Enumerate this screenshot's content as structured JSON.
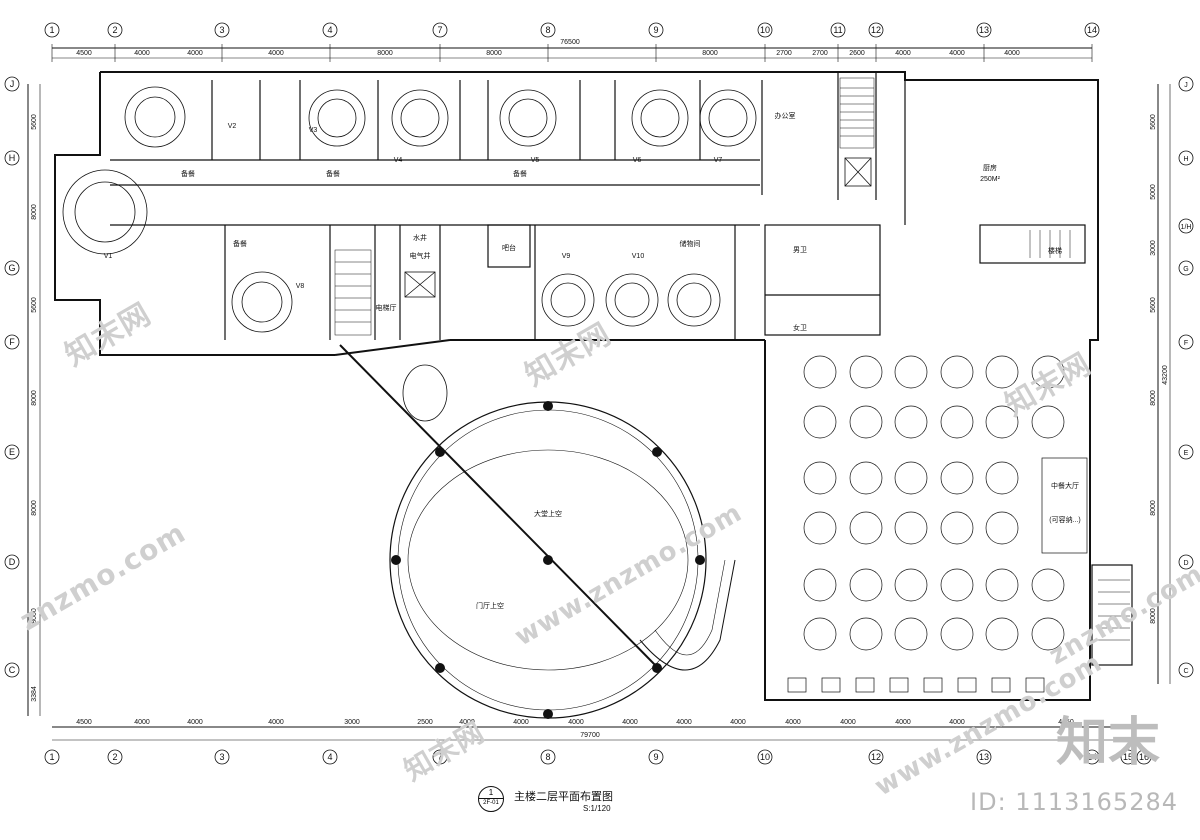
{
  "drawing": {
    "title": "主楼二层平面布置图",
    "scale": "S:1/120",
    "sheet_number": "1",
    "sheet_ref": "2F-01"
  },
  "grid": {
    "top_axes": [
      "1",
      "2",
      "3",
      "4",
      "7",
      "8",
      "9",
      "10",
      "11",
      "12",
      "13",
      "14"
    ],
    "bottom_axes": [
      "1",
      "2",
      "3",
      "4",
      "7",
      "8",
      "9",
      "10",
      "12",
      "13",
      "14",
      "15",
      "16"
    ],
    "left_axes": [
      "J",
      "H",
      "G",
      "F",
      "E",
      "D",
      "C"
    ],
    "right_axes": [
      "J",
      "H",
      "1/H",
      "G",
      "F",
      "E",
      "D",
      "C"
    ],
    "top_dims": [
      "4500",
      "4000",
      "4000",
      "4000",
      "8000",
      "8000",
      "8000",
      "2700",
      "2700",
      "2600",
      "4000",
      "4000",
      "4000"
    ],
    "top_total": "76500",
    "bottom_dims": [
      "4500",
      "4000",
      "4000",
      "4000",
      "3000",
      "2500",
      "4000",
      "4000",
      "4000",
      "4000",
      "4000",
      "4000",
      "4000",
      "4000",
      "4000",
      "4000",
      "4050"
    ],
    "bottom_total": "79700",
    "left_dims": [
      "5600",
      "8000",
      "5600",
      "8000",
      "8000",
      "8000",
      "3384"
    ],
    "right_dims": [
      "5600",
      "5000",
      "3000",
      "5600",
      "8000",
      "8000",
      "8000"
    ],
    "right_total": "43200"
  },
  "rooms": {
    "vip1": "V1",
    "vip2": "V2",
    "vip3": "V3",
    "vip4": "V4",
    "vip5": "V5",
    "vip6": "V6",
    "vip7": "V7",
    "vip8": "V8",
    "vip9": "V9",
    "vip10": "V10",
    "office": "办公室",
    "kitchen": "厨房",
    "kitchen_area": "250M²",
    "banquet_hall": "中餐大厅",
    "banquet_sub": "(可容纳...)",
    "atrium": "大堂上空",
    "atrium_lower": "门厅上空",
    "mens_wc": "男卫",
    "womens_wc": "女卫",
    "stair": "楼梯",
    "elevator_hall": "电梯厅",
    "bar": "吧台",
    "service1": "备餐",
    "service2": "备餐",
    "service3": "备餐",
    "service4": "备餐",
    "electric": "电气井",
    "water": "水井",
    "store": "储物间"
  },
  "watermarks": [
    "知末网",
    "www.znzmo.com",
    "znzmo.com"
  ],
  "brand": {
    "logo_text": "知末",
    "id_text": "ID: 1113165284"
  }
}
